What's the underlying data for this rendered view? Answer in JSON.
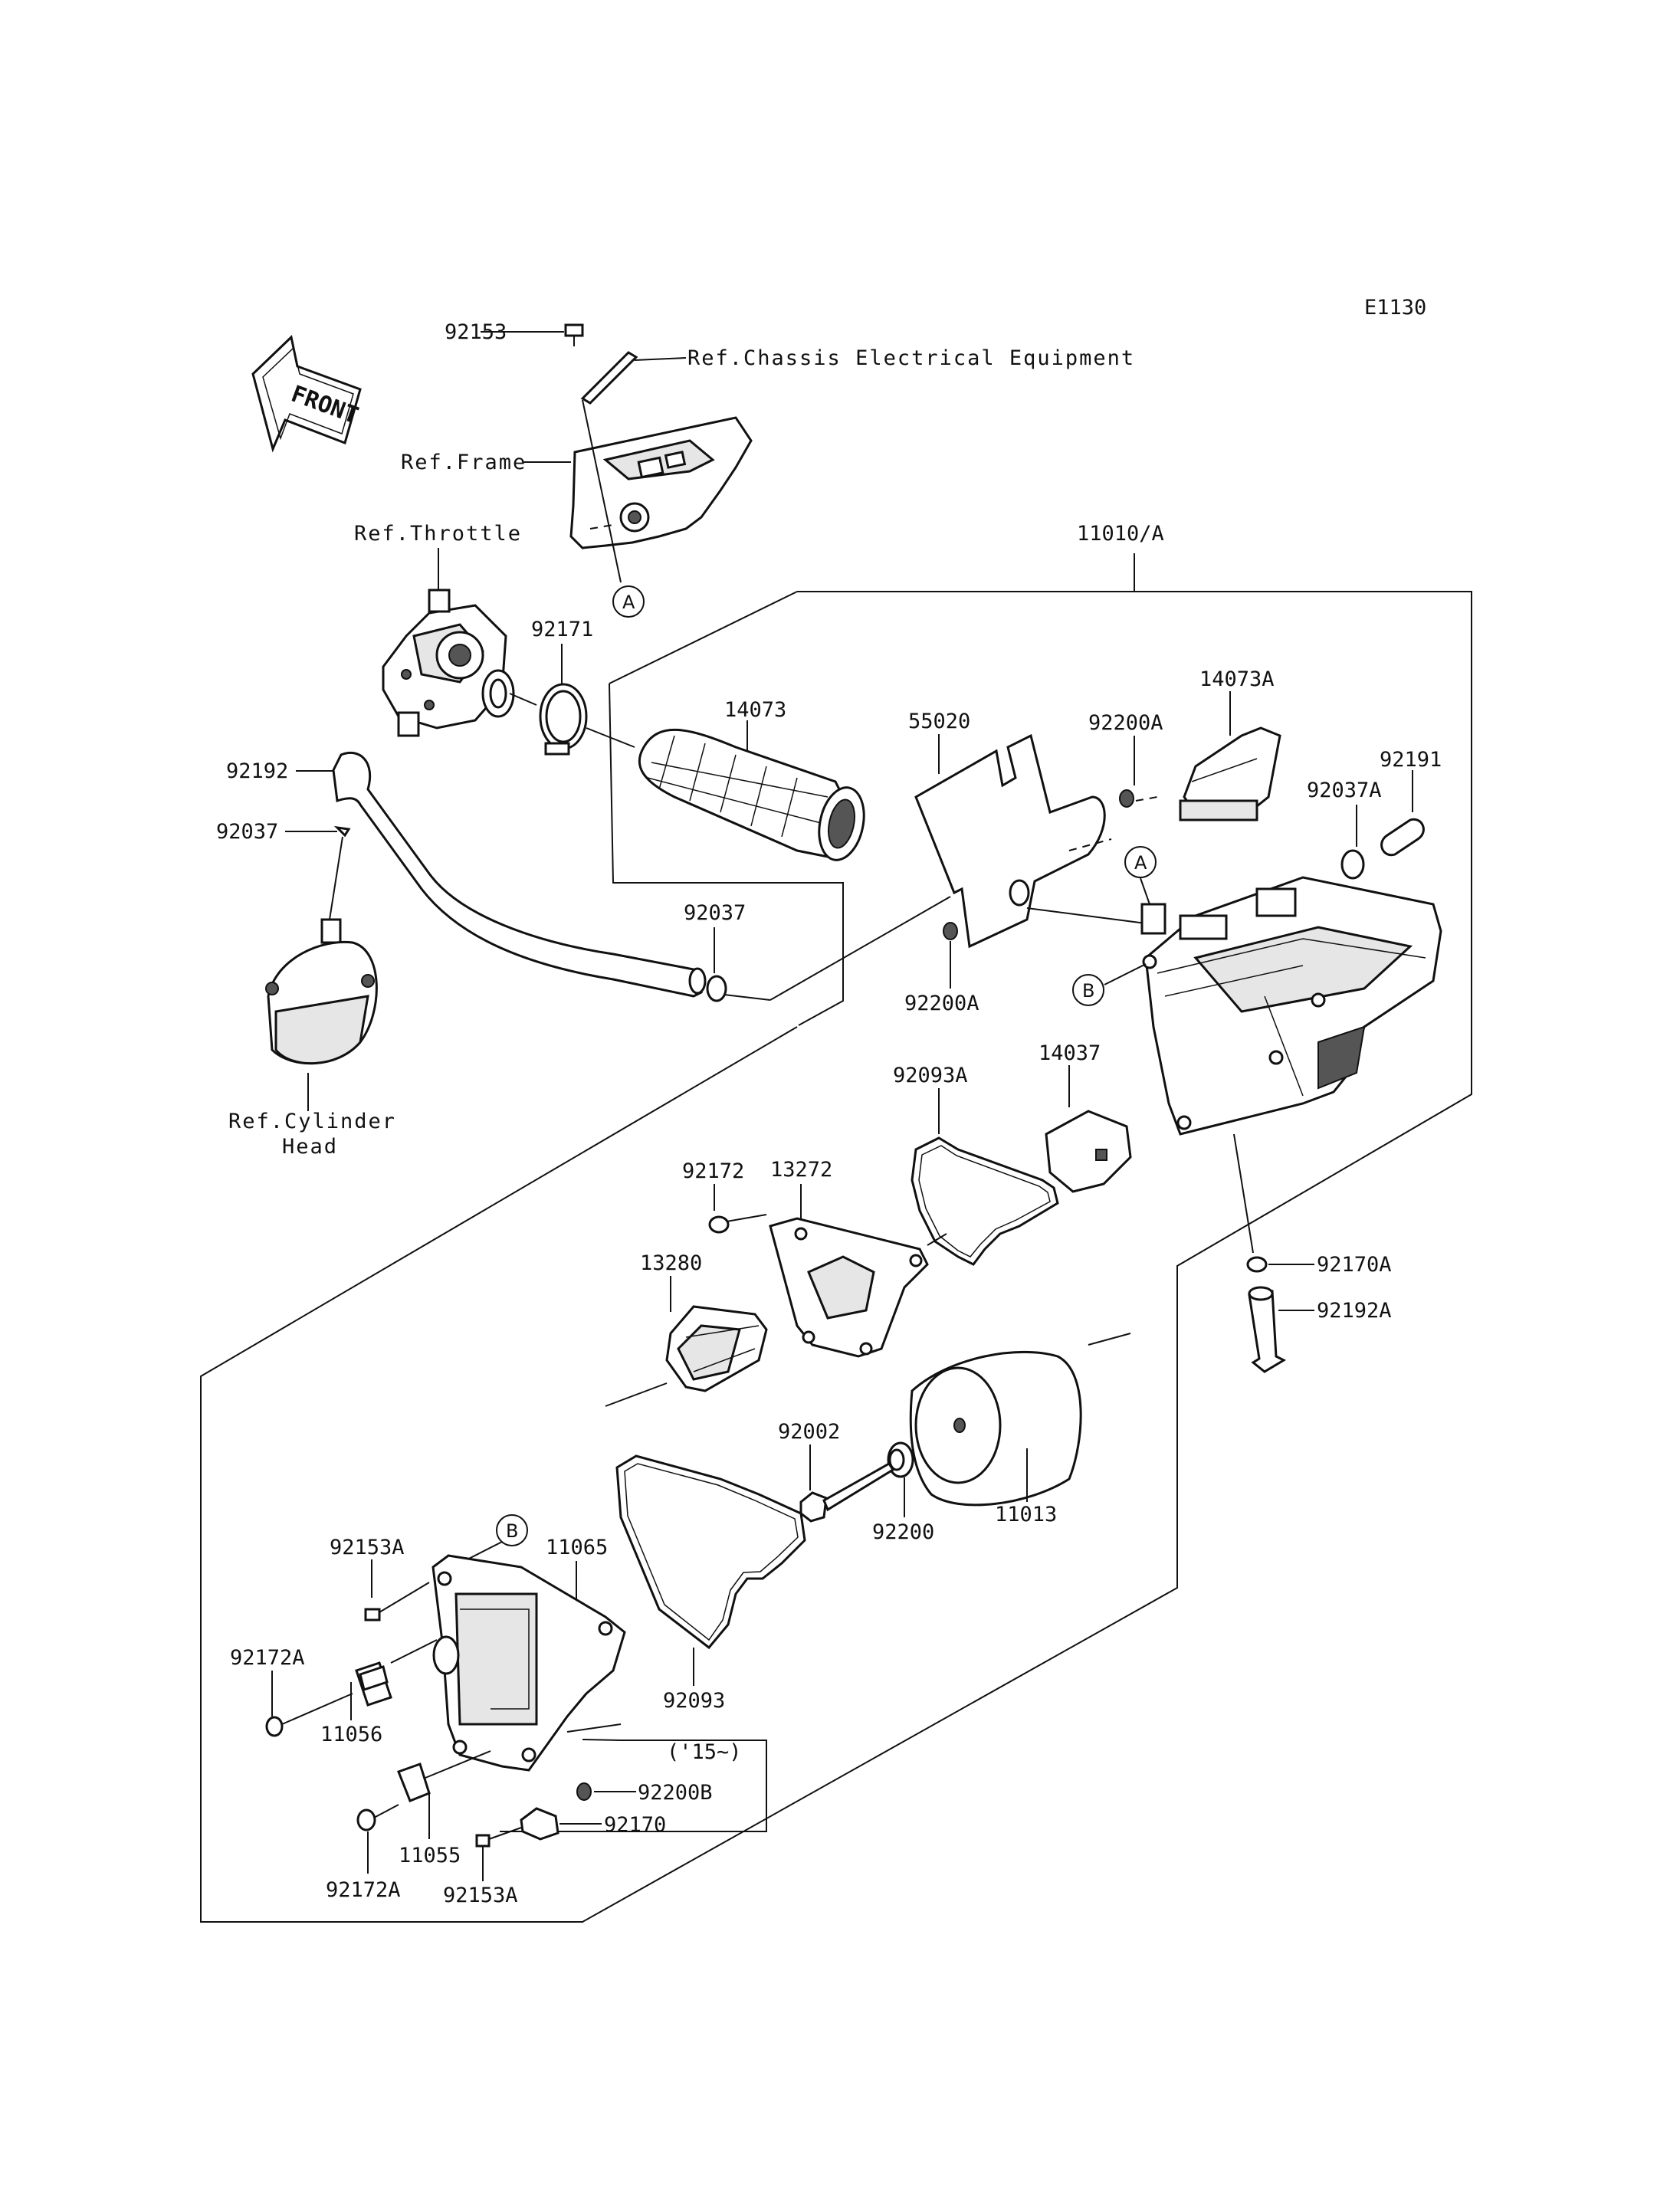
{
  "diagram_code": "E1130",
  "front_arrow": {
    "label": "FRONT",
    "icon": "front-direction-arrow"
  },
  "refs": {
    "chassis_electrical": "Ref.Chassis Electrical Equipment",
    "frame": "Ref.Frame",
    "throttle": "Ref.Throttle",
    "cylinder_head_1": "Ref.Cylinder",
    "cylinder_head_2": "Head"
  },
  "assembly_label": "11010/A",
  "year_note": "('15~)",
  "circle_markers": {
    "a": "A",
    "b": "B"
  },
  "parts": {
    "p92153": "92153",
    "p92171": "92171",
    "p92192": "92192",
    "p92037_left": "92037",
    "p14073": "14073",
    "p92037_mid": "92037",
    "p55020": "55020",
    "p92200a_top": "92200A",
    "p92200a_bot": "92200A",
    "p14073a": "14073A",
    "p92191": "92191",
    "p92037a": "92037A",
    "p92093a": "92093A",
    "p14037": "14037",
    "p13272": "13272",
    "p92172": "92172",
    "p13280": "13280",
    "p92170a": "92170A",
    "p92192a": "92192A",
    "p92002": "92002",
    "p92200": "92200",
    "p11013": "11013",
    "p92153a_top": "92153A",
    "p11065": "11065",
    "p92172a_left": "92172A",
    "p11056": "11056",
    "p92093": "92093",
    "p92200b": "92200B",
    "p92170": "92170",
    "p11055": "11055",
    "p92172a_bot": "92172A",
    "p92153a_bot": "92153A"
  }
}
